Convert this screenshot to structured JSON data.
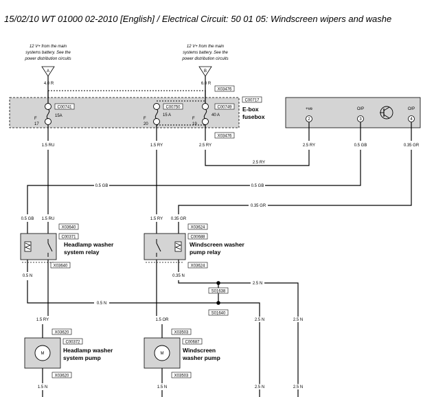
{
  "header": {
    "title": "15/02/10  WT 01000 02-2010 [English] / Electrical Circuit: 50 01 05: Windscreen wipers and washe"
  },
  "battery_notes": {
    "line1": "12 V+ from the main",
    "line2": "systems battery. See the",
    "line3": "power distribution circuits",
    "label_a": "A",
    "label_b": "B"
  },
  "fusebox": {
    "name_line1": "E-box",
    "name_line2": "fusebox",
    "box_id": "C00717",
    "connector_top": "X03476",
    "connector_bottom": "X03476",
    "fuses": [
      {
        "id": "C00741",
        "pin_top": "F",
        "pin_num": "17",
        "rating": "15A"
      },
      {
        "id": "C00750",
        "pin_top": "F",
        "pin_num": "20",
        "rating": "15 A"
      },
      {
        "id": "C00749",
        "pin_top": "F",
        "pin_num": "19",
        "rating": "40 A"
      }
    ]
  },
  "module": {
    "pins": [
      {
        "label": "+ve",
        "num": "2"
      },
      {
        "label": "O/P",
        "num": "3"
      },
      {
        "label": "O/P",
        "num": "4"
      }
    ]
  },
  "wires": {
    "w_40r": "4.0 R",
    "w_60r": "6.0 R",
    "w_15ru_a": "1.5 RU",
    "w_15ry_a": "1.5 RY",
    "w_25ry_a": "2.5 RY",
    "w_25ry_b": "2.5 RY",
    "w_05gb_a": "0.5 GB",
    "w_035gr_a": "0.35 GR",
    "w_25ry_c": "2.5 RY",
    "w_05gb_b": "0.5 GB",
    "w_05gb_c": "0.5 GB",
    "w_035gr_b": "0.35 GR",
    "w_05gb_d": "0.5 GB",
    "w_15ru_b": "1.5 RU",
    "w_15ry_b": "1.5 RY",
    "w_035gr_c": "0.35 GR",
    "w_05n_a": "0.5 N",
    "w_035n": "0.35 N",
    "w_25n_a": "2.5 N",
    "w_05n_b": "0.5 N",
    "w_15ry_c": "1.5 RY",
    "w_15or": "1.5 OR",
    "w_25n_b": "2.5 N",
    "w_25n_c": "2.5 N",
    "w_15n_a": "1.5 N",
    "w_15n_b": "1.5 N",
    "w_25n_d": "2.5 N",
    "w_25n_e": "2.5 N"
  },
  "relay_headlamp": {
    "name_line1": "Headlamp washer",
    "name_line2": "system relay",
    "connector_top": "X03640",
    "component": "C00371",
    "connector_bottom": "X03640"
  },
  "relay_windscreen": {
    "name_line1": "Windscreen washer",
    "name_line2": "pump relay",
    "connector_top": "X03624",
    "component": "C00688",
    "connector_bottom": "X03624"
  },
  "splices": {
    "upper": "S01638",
    "lower": "S01640"
  },
  "pump_headlamp": {
    "name_line1": "Headlamp washer",
    "name_line2": "system pump",
    "connector_top": "X03620",
    "component": "C00372",
    "connector_bottom": "X03620",
    "motor": "M"
  },
  "pump_windscreen": {
    "name_line1": "Windscreen",
    "name_line2": "washer pump",
    "connector_top": "X03503",
    "component": "C00687",
    "connector_bottom": "X03503",
    "motor": "M"
  },
  "colors": {
    "component_fill": "#d4d4d4",
    "line": "#000000"
  }
}
